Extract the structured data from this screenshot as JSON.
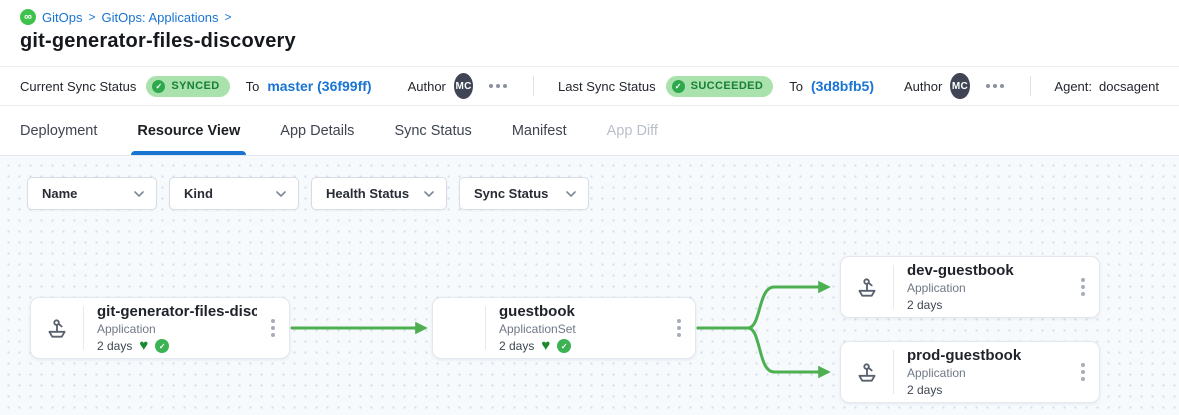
{
  "breadcrumb": {
    "items": [
      "GitOps",
      "GitOps: Applications"
    ],
    "separator": ">"
  },
  "page": {
    "title": "git-generator-files-discovery"
  },
  "status_bar": {
    "current": {
      "label": "Current Sync Status",
      "badge": "SYNCED",
      "to_label": "To",
      "revision": "master (36f99ff)",
      "author_label": "Author",
      "author_initials": "MC"
    },
    "last": {
      "label": "Last Sync Status",
      "badge": "SUCCEEDED",
      "to_label": "To",
      "revision": "(3d8bfb5)",
      "author_label": "Author",
      "author_initials": "MC"
    },
    "agent": {
      "label": "Agent:",
      "value": "docsagent"
    }
  },
  "tabs": [
    {
      "label": "Deployment",
      "active": false,
      "disabled": false
    },
    {
      "label": "Resource View",
      "active": true,
      "disabled": false
    },
    {
      "label": "App Details",
      "active": false,
      "disabled": false
    },
    {
      "label": "Sync Status",
      "active": false,
      "disabled": false
    },
    {
      "label": "Manifest",
      "active": false,
      "disabled": false
    },
    {
      "label": "App Diff",
      "active": false,
      "disabled": true
    }
  ],
  "filters": [
    {
      "label": "Name"
    },
    {
      "label": "Kind"
    },
    {
      "label": "Health Status"
    },
    {
      "label": "Sync Status"
    }
  ],
  "graph": {
    "nodes": [
      {
        "title": "git-generator-files-disco...",
        "kind": "Application",
        "age": "2 days",
        "healthy": true,
        "synced": true
      },
      {
        "title": "guestbook",
        "kind": "ApplicationSet",
        "age": "2 days",
        "healthy": true,
        "synced": true
      },
      {
        "title": "dev-guestbook",
        "kind": "Application",
        "age": "2 days",
        "healthy": false,
        "synced": false
      },
      {
        "title": "prod-guestbook",
        "kind": "Application",
        "age": "2 days",
        "healthy": false,
        "synced": false
      }
    ]
  },
  "icons": {
    "logo_glyph": "∞",
    "badge_check_glyph": "✓",
    "heart_glyph": "♥",
    "mini_check_glyph": "✓"
  },
  "colors": {
    "accent-blue": "#1974d2",
    "badge-bg": "#a9e2ad",
    "badge-text": "#187f33",
    "badge-check": "#2fa84d",
    "edge-green": "#4caf50",
    "logo-green": "#3fc24c",
    "heart-green": "#1b8a2f",
    "check-green": "#3cb353",
    "avatar-bg": "#3f4554"
  }
}
